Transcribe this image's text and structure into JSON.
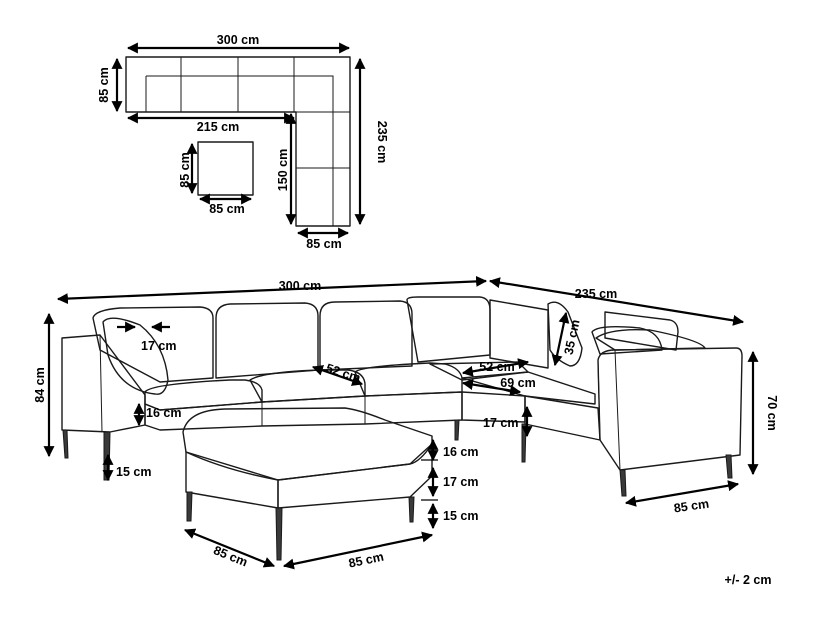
{
  "top_view": {
    "overall_width": "300 cm",
    "overall_depth": "235 cm",
    "arm_depth": "85 cm",
    "inner_width": "215 cm",
    "inner_depth": "150 cm",
    "side_width": "85 cm",
    "ottoman_width": "85 cm",
    "ottoman_depth": "85 cm"
  },
  "front_view": {
    "overall_width": "300 cm",
    "side_length": "235 cm",
    "back_height": "84 cm",
    "arm_height": "70 cm",
    "arm_width": "17 cm",
    "cushion_height": "35 cm",
    "seat_depth_left": "52 cm",
    "seat_depth_right": "52 cm",
    "corner_depth": "69 cm",
    "seat_thickness": "16 cm",
    "base_height": "17 cm",
    "leg_height": "15 cm",
    "section_depth": "85 cm"
  },
  "ottoman": {
    "cushion_height": "16 cm",
    "base_height": "17 cm",
    "leg_height": "15 cm",
    "width": "85 cm",
    "depth": "85 cm"
  },
  "tolerance": "+/- 2 cm"
}
